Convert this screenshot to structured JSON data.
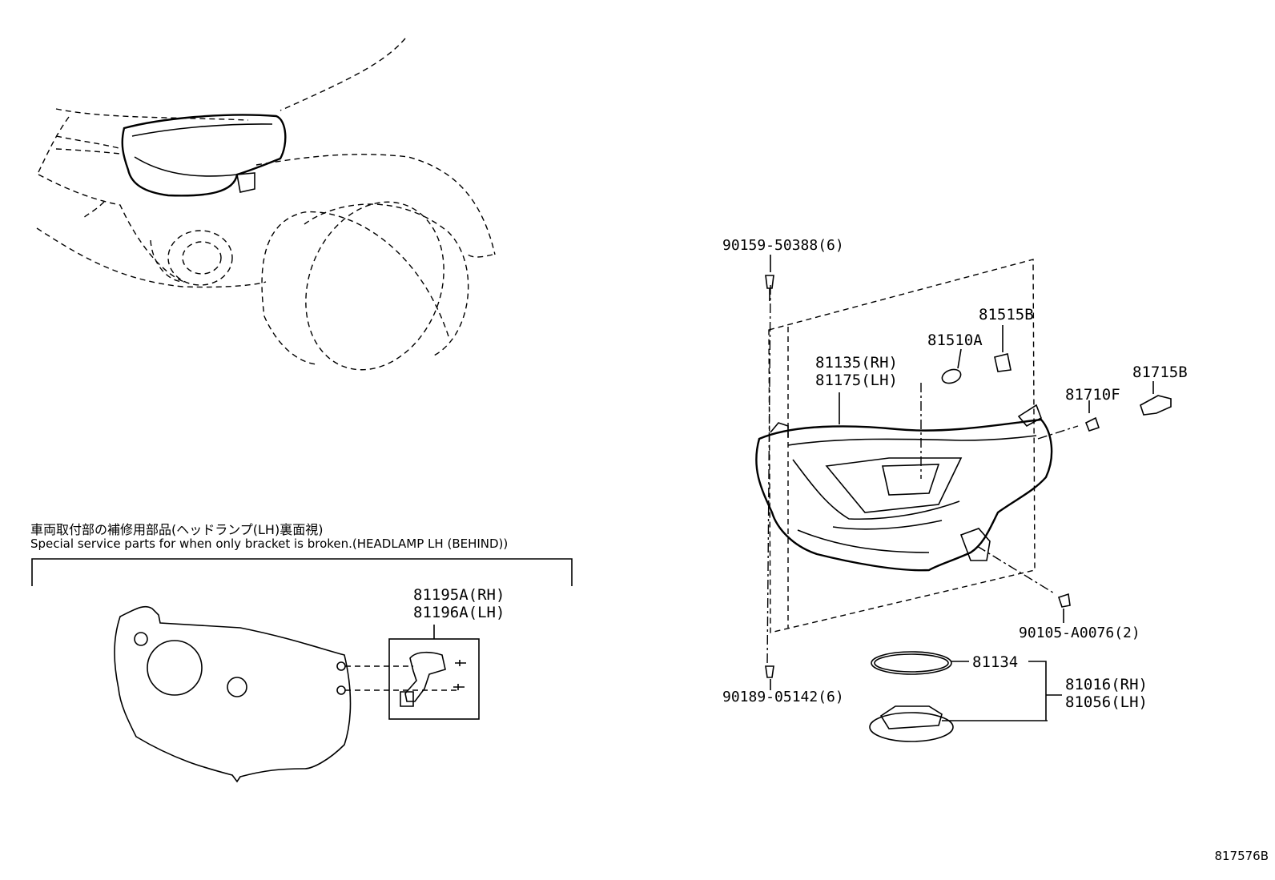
{
  "note": {
    "japanese": "車両取付部の補修用部品(ヘッドランプ(LH)裏面視)",
    "english": "Special service parts for when only bracket is broken.(HEADLAMP LH (BEHIND))"
  },
  "parts": [
    {
      "id": "p90159",
      "label": "90159-50388(6)"
    },
    {
      "id": "p81515b",
      "label": "81515B"
    },
    {
      "id": "p81510a",
      "label": "81510A"
    },
    {
      "id": "p81135",
      "label": "81135(RH)"
    },
    {
      "id": "p81175",
      "label": "81175(LH)"
    },
    {
      "id": "p81715b",
      "label": "81715B"
    },
    {
      "id": "p81710f",
      "label": "81710F"
    },
    {
      "id": "p90105",
      "label": "90105-A0076(2)"
    },
    {
      "id": "p81134",
      "label": "81134"
    },
    {
      "id": "p81016",
      "label": "81016(RH)"
    },
    {
      "id": "p81056",
      "label": "81056(LH)"
    },
    {
      "id": "p90189",
      "label": "90189-05142(6)"
    },
    {
      "id": "p81195a",
      "label": "81195A(RH)"
    },
    {
      "id": "p81196a",
      "label": "81196A(LH)"
    }
  ],
  "diagram_code": "817576B"
}
